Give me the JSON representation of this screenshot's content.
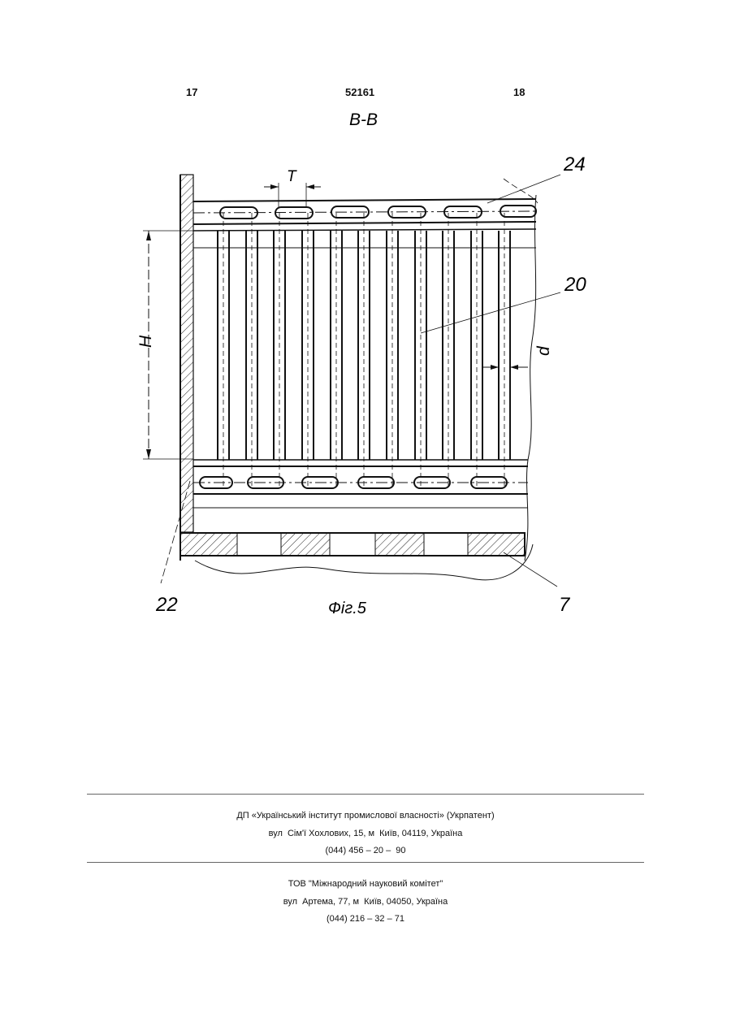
{
  "header": {
    "left_page": "17",
    "patent_number": "52161",
    "right_page": "18"
  },
  "figure": {
    "section_label": "B-B",
    "caption": "Фіг.5",
    "labels": {
      "l24": "24",
      "l20": "20",
      "l22": "22",
      "l7": "7",
      "T": "T",
      "H": "H",
      "d": "d"
    }
  },
  "footer": {
    "org1": {
      "name": "ДП «Український інститут промислової власності» (Укрпатент)",
      "address": "вул  Сім'ї Хохлових, 15, м  Київ, 04119, Україна",
      "phone": "(044) 456 – 20 –  90"
    },
    "org2": {
      "name": "ТОВ \"Міжнародний науковий комітет\"",
      "address": "вул  Артема, 77, м  Київ, 04050, Україна",
      "phone": "(044) 216 – 32 – 71"
    }
  }
}
